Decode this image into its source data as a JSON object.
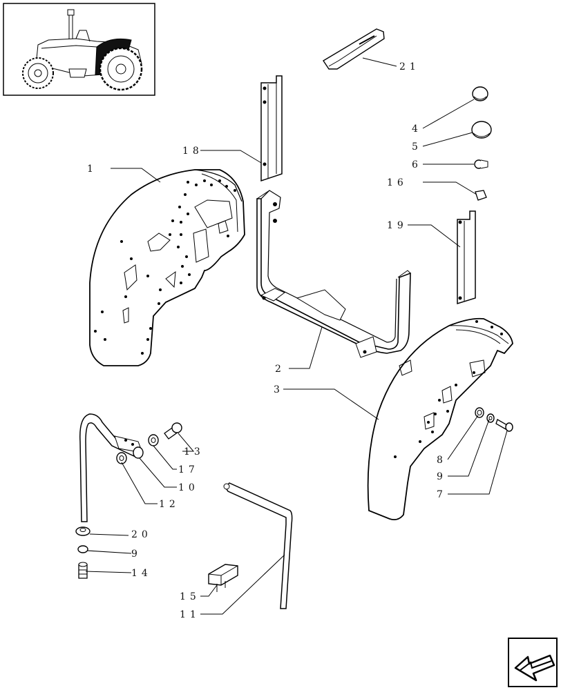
{
  "diagram": {
    "callouts": [
      {
        "id": "c1",
        "label": "1"
      },
      {
        "id": "c2",
        "label": "2"
      },
      {
        "id": "c3",
        "label": "3"
      },
      {
        "id": "c4",
        "label": "4"
      },
      {
        "id": "c5",
        "label": "5"
      },
      {
        "id": "c6",
        "label": "6"
      },
      {
        "id": "c7",
        "label": "7"
      },
      {
        "id": "c8",
        "label": "8"
      },
      {
        "id": "c9a",
        "label": "9"
      },
      {
        "id": "c9b",
        "label": "9"
      },
      {
        "id": "c10",
        "label": "10"
      },
      {
        "id": "c11",
        "label": "11"
      },
      {
        "id": "c12",
        "label": "12"
      },
      {
        "id": "c13",
        "label": "13"
      },
      {
        "id": "c14",
        "label": "14"
      },
      {
        "id": "c15",
        "label": "15"
      },
      {
        "id": "c16",
        "label": "16"
      },
      {
        "id": "c17",
        "label": "17"
      },
      {
        "id": "c18",
        "label": "18"
      },
      {
        "id": "c19",
        "label": "19"
      },
      {
        "id": "c20",
        "label": "20"
      },
      {
        "id": "c21",
        "label": "21"
      }
    ]
  }
}
